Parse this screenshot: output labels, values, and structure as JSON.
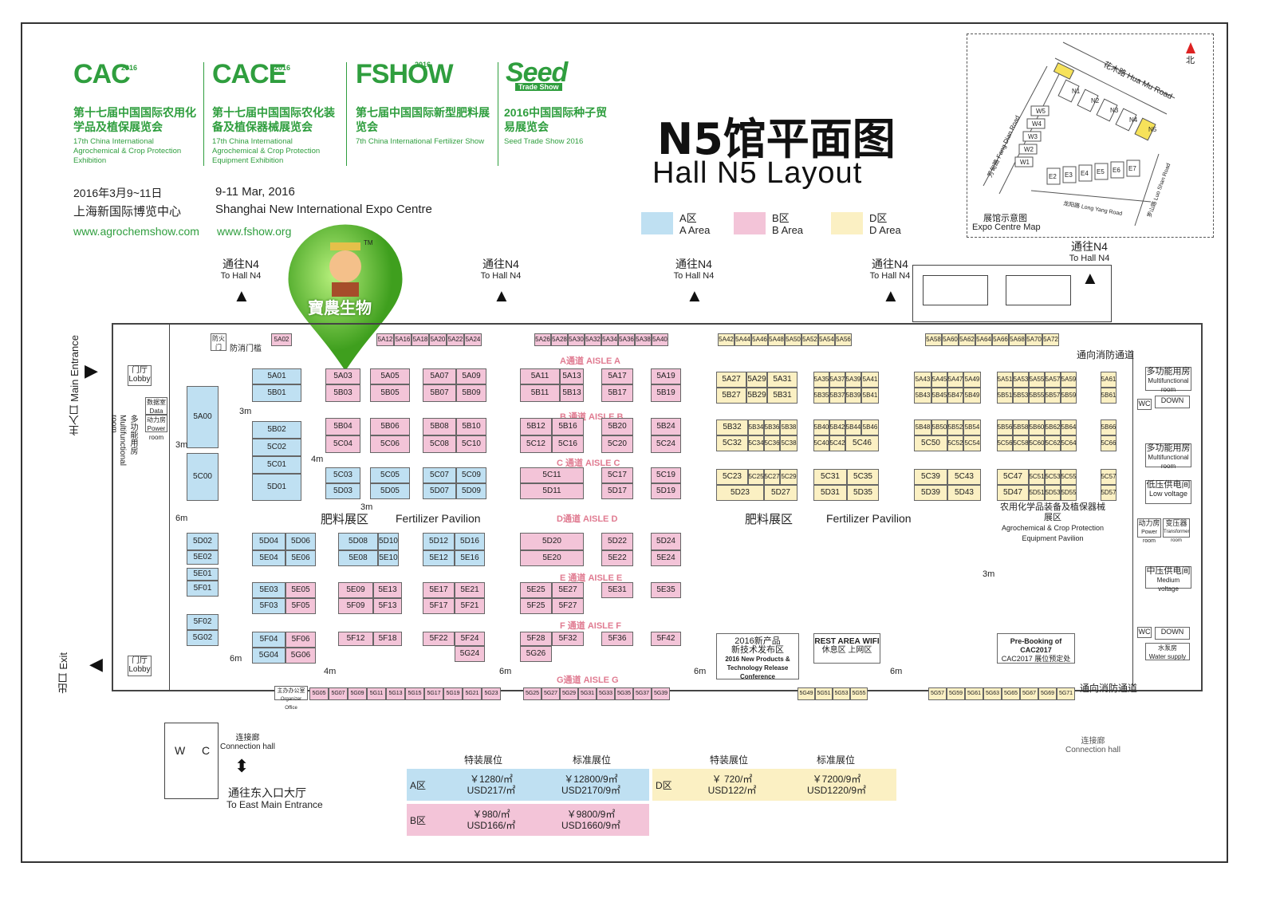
{
  "header": {
    "exhibitions": [
      {
        "logo": "CAC",
        "logo_year": "2016",
        "cn": "第十七届中国国际农用化学品及植保展览会",
        "en": "17th China International Agrochemical & Crop Protection Exhibition"
      },
      {
        "logo": "CACE",
        "logo_year": "2016",
        "cn": "第十七届中国国际农化装备及植保器械展览会",
        "en": "17th China International Agrochemical & Crop Protection Equipment Exhibition"
      },
      {
        "logo": "FSHOW",
        "logo_year": "2016",
        "cn": "第七届中国国际新型肥料展览会",
        "en": "7th China International Fertilizer Show"
      },
      {
        "logo": "Seed",
        "logo_year": "Trade Show",
        "cn": "2016中国国际种子贸易展览会",
        "en": "Seed Trade Show 2016"
      }
    ],
    "date_cn": "2016年3月9~11日",
    "venue_cn": "上海新国际博览中心",
    "date_en": "9-11 Mar, 2016",
    "venue_en": "Shanghai New International Expo Centre",
    "url1": "www.agrochemshow.com",
    "url2": "www.fshow.org",
    "title_cn": "N5馆平面图",
    "title_en": "Hall  N5  Layout"
  },
  "legend": [
    {
      "cn": "A区",
      "en": "A Area",
      "color": "#bfe0f2"
    },
    {
      "cn": "B区",
      "en": "B Area",
      "color": "#f3c4d8"
    },
    {
      "cn": "D区",
      "en": "D Area",
      "color": "#fbf0c3"
    }
  ],
  "expo_map": {
    "cn": "展馆示意图",
    "en": "Expo Centre Map",
    "north": "北",
    "road1": "花木路 Hua Mu Road",
    "road2": "芳甸路 Fang Dian Road",
    "road3": "龙阳路 Long Yang Road",
    "road4": "罗山路 Luo Shan Road",
    "halls": [
      "N1",
      "N2",
      "N3",
      "N4",
      "N5",
      "W5",
      "W4",
      "W3",
      "W2",
      "W1",
      "E2",
      "E3",
      "E4",
      "E5",
      "E6",
      "E7"
    ]
  },
  "sponsor": {
    "name": "寶農生物",
    "tm": "TM"
  },
  "to_hall": {
    "cn": "通往N4",
    "en": "To Hall N4"
  },
  "entrances": {
    "main_cn": "主入口",
    "main_en": "Main Entrance",
    "exit_cn": "出口",
    "exit_en": "Exit",
    "lobby_cn": "门厅",
    "lobby_en": "Lobby",
    "east_cn": "通往东入口大厅",
    "east_en": "To East Main Entrance",
    "connection_cn": "连接廊",
    "connection_en": "Connection hall",
    "fire_cn": "通向消防通道",
    "fire_door": "防火门",
    "fire_door2": "防消门槛"
  },
  "aisles": {
    "a": "A通道 AISLE A",
    "b": "B 通道 AISLE B",
    "c": "C 通道 AISLE C",
    "d": "D通道 AISLE D",
    "e": "E 通道 AISLE E",
    "f": "F 通道 AISLE F",
    "g": "G通道 AISLE G"
  },
  "pavilions": {
    "fert_cn": "肥料展区",
    "fert_en": "Fertilizer Pavilion",
    "agro_cn": "农用化学品装备及植保器械展区",
    "agro_en": "Agrochemical & Crop Protection Equipment Pavilion"
  },
  "rooms": {
    "multi_cn": "多功能用房",
    "multi_en": "Multifunctional room",
    "data_cn": "数据室",
    "data_en": "Data room",
    "power_cn": "动力房",
    "power_en": "Power room",
    "low_cn": "低压供电间",
    "low_en": "Low voltage",
    "mid_cn": "中压供电间",
    "mid_en": "Medium voltage",
    "water_cn": "水泵房",
    "water_en": "Water supply",
    "transformer_cn": "变压器",
    "transformer_en": "Transformer room",
    "down": "DOWN",
    "wc": "WC",
    "w": "W",
    "c": "C",
    "office_cn": "主办办公室",
    "office_en": "Organizer Office",
    "rest_en": "REST AREA",
    "rest_cn": "休息区",
    "wifi_en": "WIFI",
    "wifi_cn": "上网区",
    "launch_cn1": "2016新产品",
    "launch_cn2": "新技术发布区",
    "launch_en": "2016 New Products & Technology Release Conference",
    "prebook": "Pre-Booking of CAC2017",
    "prebook2": "CAC2017 展位预定处"
  },
  "dims": {
    "m3": "3m",
    "m4": "4m",
    "m6": "6m"
  },
  "price_table": {
    "col_special": "特装展位",
    "col_standard": "标准展位",
    "rows": [
      {
        "zone": "A区",
        "special": "￥1280/㎡",
        "special_usd": "USD217/㎡",
        "standard": "￥12800/9㎡",
        "standard_usd": "USD2170/9㎡",
        "color": "#bfe0f2"
      },
      {
        "zone": "B区",
        "special": "￥980/㎡",
        "special_usd": "USD166/㎡",
        "standard": "￥9800/9㎡",
        "standard_usd": "USD1660/9㎡",
        "color": "#f3c4d8"
      },
      {
        "zone": "D区",
        "special": "￥ 720/㎡",
        "special_usd": "USD122/㎡",
        "standard": "￥7200/9㎡",
        "standard_usd": "USD1220/9㎡",
        "color": "#fbf0c3"
      }
    ]
  },
  "booths": {
    "top_row": [
      "5A02",
      "5A12",
      "5A16",
      "5A18",
      "5A20",
      "5A22",
      "5A24",
      "5A26",
      "5A28",
      "5A30",
      "5A32",
      "5A34",
      "5A36",
      "5A38",
      "5A40",
      "5A42",
      "5A44",
      "5A46",
      "5A48",
      "5A50",
      "5A52",
      "5A54",
      "5A56",
      "5A58",
      "5A60",
      "5A62",
      "5A64",
      "5A66",
      "5A68",
      "5A70",
      "5A72"
    ],
    "bottom_row": [
      "5G05",
      "5G07",
      "5G09",
      "5G11",
      "5G13",
      "5G15",
      "5G17",
      "5G19",
      "5G21",
      "5G23",
      "5G25",
      "5G27",
      "5G29",
      "5G31",
      "5G33",
      "5G35",
      "5G37",
      "5G39",
      "5G49",
      "5G51",
      "5G53",
      "5G55",
      "5G57",
      "5G59",
      "5G61",
      "5G63",
      "5G65",
      "5G67",
      "5G69",
      "5G71"
    ],
    "blocks": [
      {
        "id": "5A00",
        "z": "A"
      },
      {
        "id": "5C00",
        "z": "A"
      },
      {
        "id": "5A01",
        "z": "A"
      },
      {
        "id": "5B01",
        "z": "A"
      },
      {
        "id": "5B02",
        "z": "A"
      },
      {
        "id": "5C02",
        "z": "A"
      },
      {
        "id": "5C01",
        "z": "A"
      },
      {
        "id": "5D01",
        "z": "A"
      },
      {
        "id": "5A03",
        "z": "B"
      },
      {
        "id": "5B03",
        "z": "B"
      },
      {
        "id": "5A05",
        "z": "B"
      },
      {
        "id": "5B05",
        "z": "B"
      },
      {
        "id": "5A07",
        "z": "B"
      },
      {
        "id": "5A09",
        "z": "B"
      },
      {
        "id": "5B07",
        "z": "B"
      },
      {
        "id": "5B09",
        "z": "B"
      },
      {
        "id": "5B04",
        "z": "B"
      },
      {
        "id": "5C04",
        "z": "B"
      },
      {
        "id": "5B06",
        "z": "B"
      },
      {
        "id": "5C06",
        "z": "B"
      },
      {
        "id": "5B08",
        "z": "B"
      },
      {
        "id": "5B10",
        "z": "B"
      },
      {
        "id": "5C08",
        "z": "B"
      },
      {
        "id": "5C10",
        "z": "B"
      },
      {
        "id": "5C03",
        "z": "A"
      },
      {
        "id": "5D03",
        "z": "A"
      },
      {
        "id": "5C05",
        "z": "A"
      },
      {
        "id": "5D05",
        "z": "A"
      },
      {
        "id": "5C07",
        "z": "A"
      },
      {
        "id": "5C09",
        "z": "A"
      },
      {
        "id": "5D07",
        "z": "A"
      },
      {
        "id": "5D09",
        "z": "A"
      },
      {
        "id": "5A11",
        "z": "B"
      },
      {
        "id": "5A13",
        "z": "B"
      },
      {
        "id": "5B11",
        "z": "B"
      },
      {
        "id": "5B13",
        "z": "B"
      },
      {
        "id": "5A17",
        "z": "B"
      },
      {
        "id": "5B17",
        "z": "B"
      },
      {
        "id": "5A19",
        "z": "B"
      },
      {
        "id": "5B19",
        "z": "B"
      },
      {
        "id": "5B12",
        "z": "B"
      },
      {
        "id": "5B16",
        "z": "B"
      },
      {
        "id": "5C12",
        "z": "B"
      },
      {
        "id": "5C16",
        "z": "B"
      },
      {
        "id": "5B20",
        "z": "B"
      },
      {
        "id": "5C20",
        "z": "B"
      },
      {
        "id": "5B24",
        "z": "B"
      },
      {
        "id": "5C24",
        "z": "B"
      },
      {
        "id": "5C11",
        "z": "B"
      },
      {
        "id": "5D11",
        "z": "B"
      },
      {
        "id": "5C17",
        "z": "B"
      },
      {
        "id": "5D17",
        "z": "B"
      },
      {
        "id": "5C19",
        "z": "B"
      },
      {
        "id": "5D19",
        "z": "B"
      },
      {
        "id": "5D02",
        "z": "A"
      },
      {
        "id": "5E02",
        "z": "A"
      },
      {
        "id": "5E01",
        "z": "A"
      },
      {
        "id": "5F01",
        "z": "A"
      },
      {
        "id": "5F02",
        "z": "A"
      },
      {
        "id": "5G02",
        "z": "A"
      },
      {
        "id": "5D04",
        "z": "A"
      },
      {
        "id": "5D06",
        "z": "A"
      },
      {
        "id": "5E04",
        "z": "A"
      },
      {
        "id": "5E06",
        "z": "A"
      },
      {
        "id": "5D08",
        "z": "A"
      },
      {
        "id": "5D10",
        "z": "A"
      },
      {
        "id": "5E08",
        "z": "A"
      },
      {
        "id": "5E10",
        "z": "A"
      },
      {
        "id": "5D12",
        "z": "A"
      },
      {
        "id": "5D16",
        "z": "A"
      },
      {
        "id": "5E12",
        "z": "A"
      },
      {
        "id": "5E16",
        "z": "A"
      },
      {
        "id": "5D20",
        "z": "B"
      },
      {
        "id": "5E20",
        "z": "B"
      },
      {
        "id": "5D22",
        "z": "B"
      },
      {
        "id": "5E22",
        "z": "B"
      },
      {
        "id": "5D24",
        "z": "B"
      },
      {
        "id": "5E24",
        "z": "B"
      },
      {
        "id": "5E03",
        "z": "A"
      },
      {
        "id": "5F03",
        "z": "A"
      },
      {
        "id": "5E05",
        "z": "B"
      },
      {
        "id": "5F05",
        "z": "B"
      },
      {
        "id": "5E09",
        "z": "B"
      },
      {
        "id": "5E13",
        "z": "B"
      },
      {
        "id": "5F09",
        "z": "B"
      },
      {
        "id": "5F13",
        "z": "B"
      },
      {
        "id": "5E17",
        "z": "B"
      },
      {
        "id": "5E21",
        "z": "B"
      },
      {
        "id": "5F17",
        "z": "B"
      },
      {
        "id": "5F21",
        "z": "B"
      },
      {
        "id": "5E25",
        "z": "B"
      },
      {
        "id": "5E27",
        "z": "B"
      },
      {
        "id": "5F25",
        "z": "B"
      },
      {
        "id": "5F27",
        "z": "B"
      },
      {
        "id": "5E31",
        "z": "B"
      },
      {
        "id": "5E35",
        "z": "B"
      },
      {
        "id": "5F04",
        "z": "A"
      },
      {
        "id": "5G04",
        "z": "A"
      },
      {
        "id": "5F06",
        "z": "B"
      },
      {
        "id": "5G06",
        "z": "B"
      },
      {
        "id": "5F12",
        "z": "B"
      },
      {
        "id": "5F18",
        "z": "B"
      },
      {
        "id": "5F22",
        "z": "B"
      },
      {
        "id": "5F24",
        "z": "B"
      },
      {
        "id": "5F28",
        "z": "B"
      },
      {
        "id": "5F32",
        "z": "B"
      },
      {
        "id": "5G26",
        "z": "B"
      },
      {
        "id": "5F36",
        "z": "B"
      },
      {
        "id": "5F42",
        "z": "B"
      },
      {
        "id": "5G24",
        "z": "B"
      }
    ],
    "d_blocks": [
      {
        "id": "5A27"
      },
      {
        "id": "5A29"
      },
      {
        "id": "5A31"
      },
      {
        "id": "5B27"
      },
      {
        "id": "5B29"
      },
      {
        "id": "5B31"
      },
      {
        "id": "5A35"
      },
      {
        "id": "5A37"
      },
      {
        "id": "5A39"
      },
      {
        "id": "5A41"
      },
      {
        "id": "5B35"
      },
      {
        "id": "5B37"
      },
      {
        "id": "5B39"
      },
      {
        "id": "5B41"
      },
      {
        "id": "5A43"
      },
      {
        "id": "5A45"
      },
      {
        "id": "5A47"
      },
      {
        "id": "5A49"
      },
      {
        "id": "5B43"
      },
      {
        "id": "5B45"
      },
      {
        "id": "5B47"
      },
      {
        "id": "5B49"
      },
      {
        "id": "5A51"
      },
      {
        "id": "5A53"
      },
      {
        "id": "5A55"
      },
      {
        "id": "5A57"
      },
      {
        "id": "5A59"
      },
      {
        "id": "5B51"
      },
      {
        "id": "5B53"
      },
      {
        "id": "5B55"
      },
      {
        "id": "5B57"
      },
      {
        "id": "5B59"
      },
      {
        "id": "5A61"
      },
      {
        "id": "5B61"
      },
      {
        "id": "5B32"
      },
      {
        "id": "5B34"
      },
      {
        "id": "5B36"
      },
      {
        "id": "5B38"
      },
      {
        "id": "5C32"
      },
      {
        "id": "5C34"
      },
      {
        "id": "5C36"
      },
      {
        "id": "5C38"
      },
      {
        "id": "5B40"
      },
      {
        "id": "5B42"
      },
      {
        "id": "5B44"
      },
      {
        "id": "5B46"
      },
      {
        "id": "5C40"
      },
      {
        "id": "5C42"
      },
      {
        "id": "5C46"
      },
      {
        "id": "5B48"
      },
      {
        "id": "5B50"
      },
      {
        "id": "5B52"
      },
      {
        "id": "5B54"
      },
      {
        "id": "5C50"
      },
      {
        "id": "5C52"
      },
      {
        "id": "5C54"
      },
      {
        "id": "5B56"
      },
      {
        "id": "5B58"
      },
      {
        "id": "5B60"
      },
      {
        "id": "5B62"
      },
      {
        "id": "5B64"
      },
      {
        "id": "5C56"
      },
      {
        "id": "5C58"
      },
      {
        "id": "5C60"
      },
      {
        "id": "5C62"
      },
      {
        "id": "5C64"
      },
      {
        "id": "5B66"
      },
      {
        "id": "5C66"
      },
      {
        "id": "5C23"
      },
      {
        "id": "5C25"
      },
      {
        "id": "5C27"
      },
      {
        "id": "5C29"
      },
      {
        "id": "5D23"
      },
      {
        "id": "5D27"
      },
      {
        "id": "5C31"
      },
      {
        "id": "5C35"
      },
      {
        "id": "5D31"
      },
      {
        "id": "5D35"
      },
      {
        "id": "5C39"
      },
      {
        "id": "5C43"
      },
      {
        "id": "5D39"
      },
      {
        "id": "5D43"
      },
      {
        "id": "5C47"
      },
      {
        "id": "5C51"
      },
      {
        "id": "5C53"
      },
      {
        "id": "5C55"
      },
      {
        "id": "5D47"
      },
      {
        "id": "5D51"
      },
      {
        "id": "5D53"
      },
      {
        "id": "5D55"
      },
      {
        "id": "5C57"
      },
      {
        "id": "5D57"
      }
    ]
  }
}
